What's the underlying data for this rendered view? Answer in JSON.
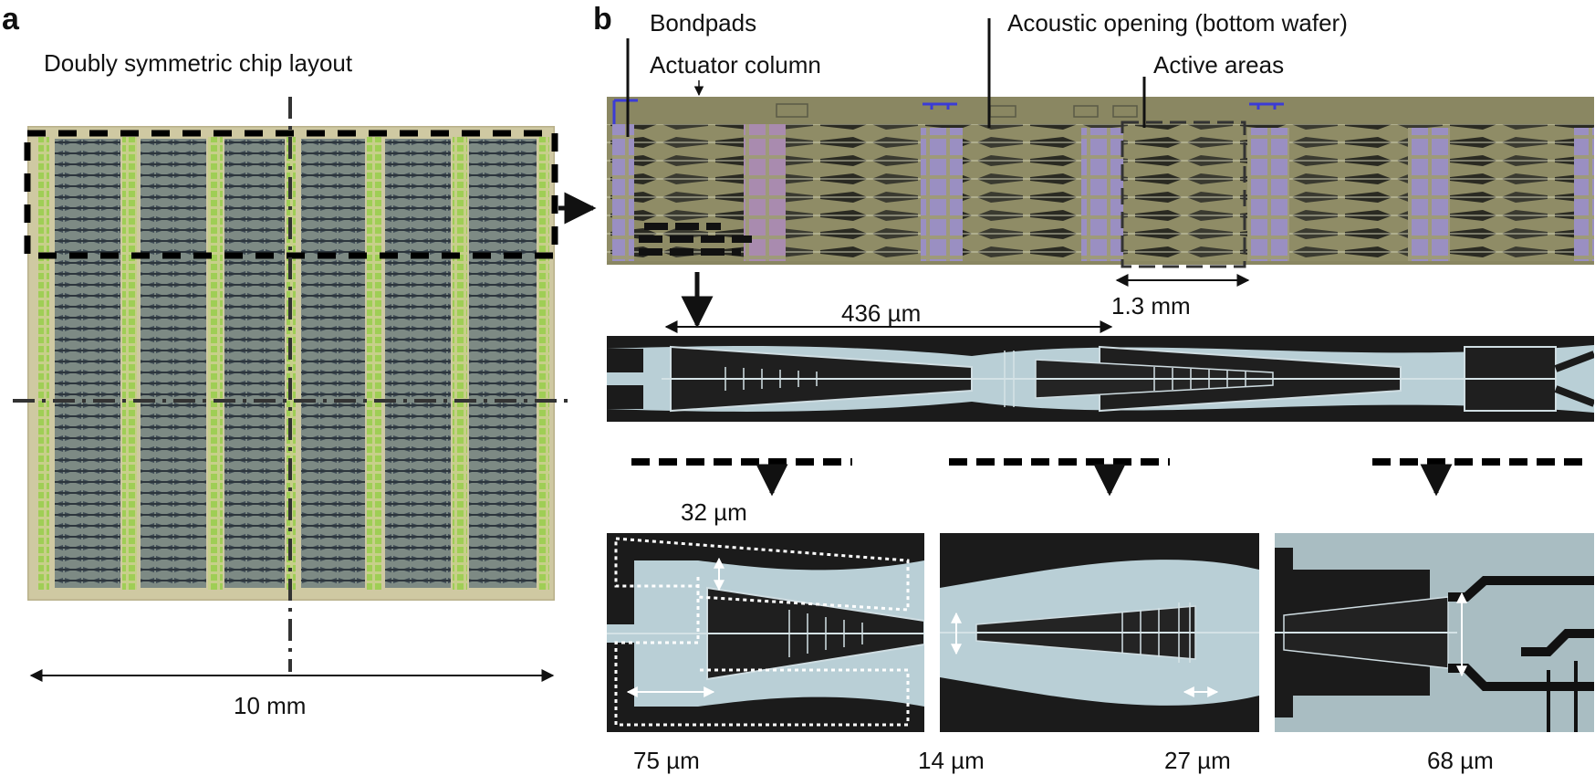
{
  "panels": {
    "a": {
      "letter": "a",
      "title": "Doubly symmetric chip layout",
      "width_label": "10 mm"
    },
    "b": {
      "letter": "b",
      "callouts": {
        "bondpads": "Bondpads",
        "actuator_column": "Actuator column",
        "acoustic_opening": "Acoustic opening (bottom wafer)",
        "active_areas": "Active areas"
      },
      "dimensions": {
        "active_area_width": "1.3 mm",
        "actuator_length": "436 µm",
        "detail_gap": "32 µm",
        "d1": "75 µm",
        "d2": "14 µm",
        "d3": "27 µm",
        "d4": "68 µm"
      }
    }
  },
  "colors": {
    "chip_base": "#c9c39a",
    "chip_cell": "#54616b",
    "chip_green": "#9fce55",
    "wafer_base": "#8a8762",
    "micro_dark": "#1c1c1c",
    "micro_light": "#b7cfd6"
  }
}
